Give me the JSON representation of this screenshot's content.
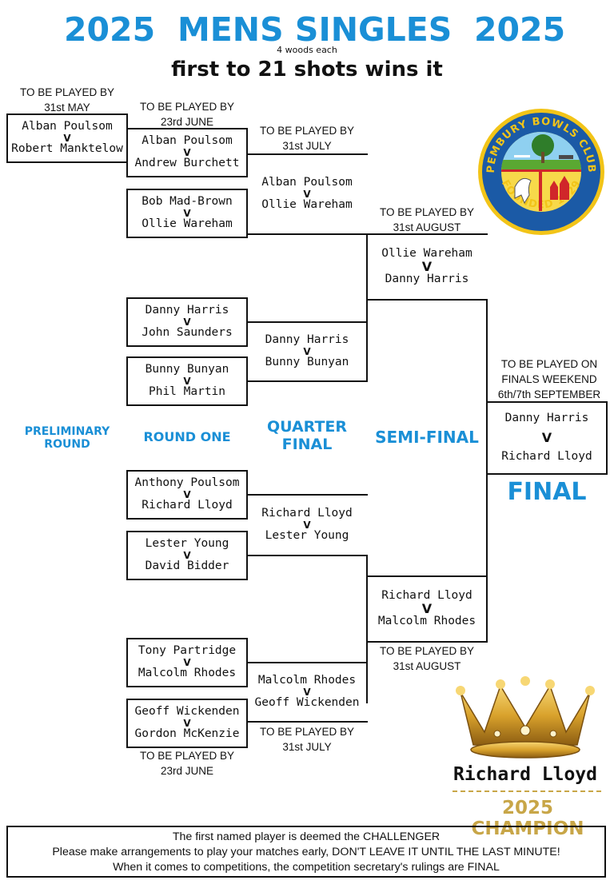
{
  "header": {
    "year_left": "2025",
    "title": "MENS SINGLES",
    "year_right": "2025",
    "subtitle_small": "4 woods each",
    "subtitle_big": "first to 21 shots wins it"
  },
  "deadlines": {
    "prelim_l1": "TO BE PLAYED BY",
    "prelim_l2": "31st MAY",
    "r1_top_l1": "TO BE PLAYED BY",
    "r1_top_l2": "23rd JUNE",
    "qf_top_l1": "TO BE PLAYED BY",
    "qf_top_l2": "31st JULY",
    "sf_top_l1": "TO BE PLAYED BY",
    "sf_top_l2": "31st AUGUST",
    "final_l1": "TO BE PLAYED ON",
    "final_l2": "FINALS WEEKEND",
    "final_l3": "6th/7th SEPTEMBER",
    "sf_bottom_l1": "TO BE PLAYED BY",
    "sf_bottom_l2": "31st AUGUST",
    "qf_bottom_l1": "TO BE PLAYED BY",
    "qf_bottom_l2": "31st JULY",
    "r1_bottom_l1": "TO BE PLAYED BY",
    "r1_bottom_l2": "23rd JUNE"
  },
  "rounds": {
    "preliminary_l1": "PRELIMINARY",
    "preliminary_l2": "ROUND",
    "round_one": "ROUND ONE",
    "quarter_l1": "QUARTER",
    "quarter_l2": "FINAL",
    "semi": "SEMI-FINAL",
    "final": "FINAL"
  },
  "vs": "V",
  "matches": {
    "prelim": {
      "p1": "Alban Poulsom",
      "p2": "Robert Manktelow"
    },
    "r1": [
      {
        "p1": "Alban Poulsom",
        "p2": "Andrew Burchett"
      },
      {
        "p1": "Bob Mad-Brown",
        "p2": "Ollie Wareham"
      },
      {
        "p1": "Danny Harris",
        "p2": "John Saunders"
      },
      {
        "p1": "Bunny Bunyan",
        "p2": "Phil Martin"
      },
      {
        "p1": "Anthony Poulsom",
        "p2": "Richard Lloyd"
      },
      {
        "p1": "Lester Young",
        "p2": "David Bidder"
      },
      {
        "p1": "Tony Partridge",
        "p2": "Malcolm Rhodes"
      },
      {
        "p1": "Geoff Wickenden",
        "p2": "Gordon McKenzie"
      }
    ],
    "qf": [
      {
        "p1": "Alban Poulsom",
        "p2": "Ollie Wareham"
      },
      {
        "p1": "Danny Harris",
        "p2": "Bunny Bunyan"
      },
      {
        "p1": "Richard Lloyd",
        "p2": "Lester Young"
      },
      {
        "p1": "Malcolm Rhodes",
        "p2": "Geoff Wickenden"
      }
    ],
    "sf": [
      {
        "p1": "Ollie Wareham",
        "p2": "Danny Harris"
      },
      {
        "p1": "Richard Lloyd",
        "p2": "Malcolm Rhodes"
      }
    ],
    "final": {
      "p1": "Danny Harris",
      "p2": "Richard Lloyd"
    }
  },
  "logo": {
    "text_top": "PEMBURY BOWLS CLUB",
    "text_bottom": "FOUNDED 1929",
    "color_ring": "#1b5aa6",
    "color_gold": "#f2c418"
  },
  "champion": {
    "name": "Richard Lloyd",
    "title": "2025 CHAMPION"
  },
  "footer": {
    "line1": "The first named player is deemed the CHALLENGER",
    "line2": "Please make arrangements to play your matches early, DON'T LEAVE IT UNTIL THE LAST MINUTE!",
    "line3": "When it comes to competitions, the competition secretary's rulings are FINAL"
  },
  "colors": {
    "accent": "#1a8fd6",
    "champion_gold": "#c8a648"
  }
}
